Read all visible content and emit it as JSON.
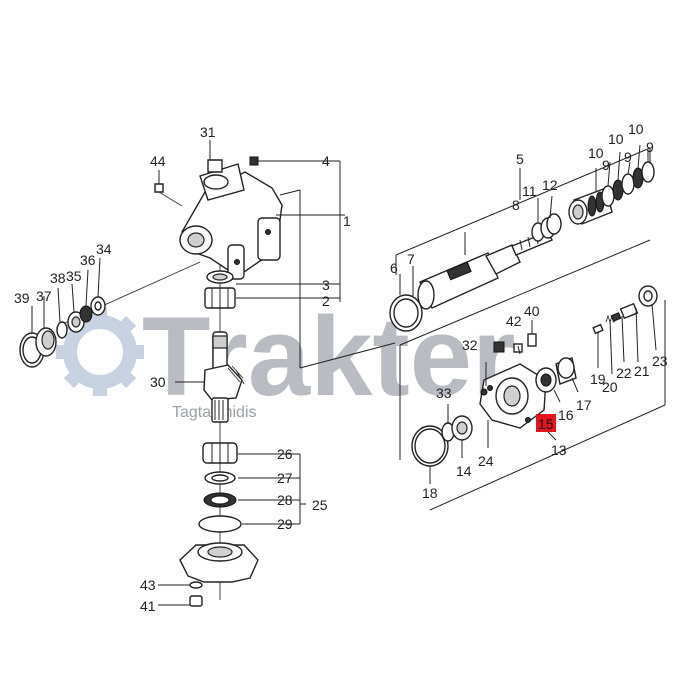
{
  "watermark": {
    "brand": "Trakter",
    "sub": "Tagtalenidis"
  },
  "highlight_color": "#e8141c",
  "labels": {
    "p1": "1",
    "p2": "2",
    "p3": "3",
    "p4": "4",
    "p5": "5",
    "p6": "6",
    "p7": "7",
    "p8": "8",
    "p9a": "9",
    "p9b": "9",
    "p9c": "9",
    "p10a": "10",
    "p10b": "10",
    "p10c": "10",
    "p11": "11",
    "p12": "12",
    "p13": "13",
    "p14": "14",
    "p15": "15",
    "p16": "16",
    "p17": "17",
    "p18": "18",
    "p19": "19",
    "p20": "20",
    "p21": "21",
    "p22": "22",
    "p23": "23",
    "p24": "24",
    "p25": "25",
    "p26": "26",
    "p27": "27",
    "p28": "28",
    "p29": "29",
    "p30": "30",
    "p31": "31",
    "p32": "32",
    "p33": "33",
    "p34": "34",
    "p35": "35",
    "p36": "36",
    "p37": "37",
    "p38": "38",
    "p39": "39",
    "p40": "40",
    "p41": "41",
    "p42": "42",
    "p43": "43",
    "p44": "44"
  }
}
